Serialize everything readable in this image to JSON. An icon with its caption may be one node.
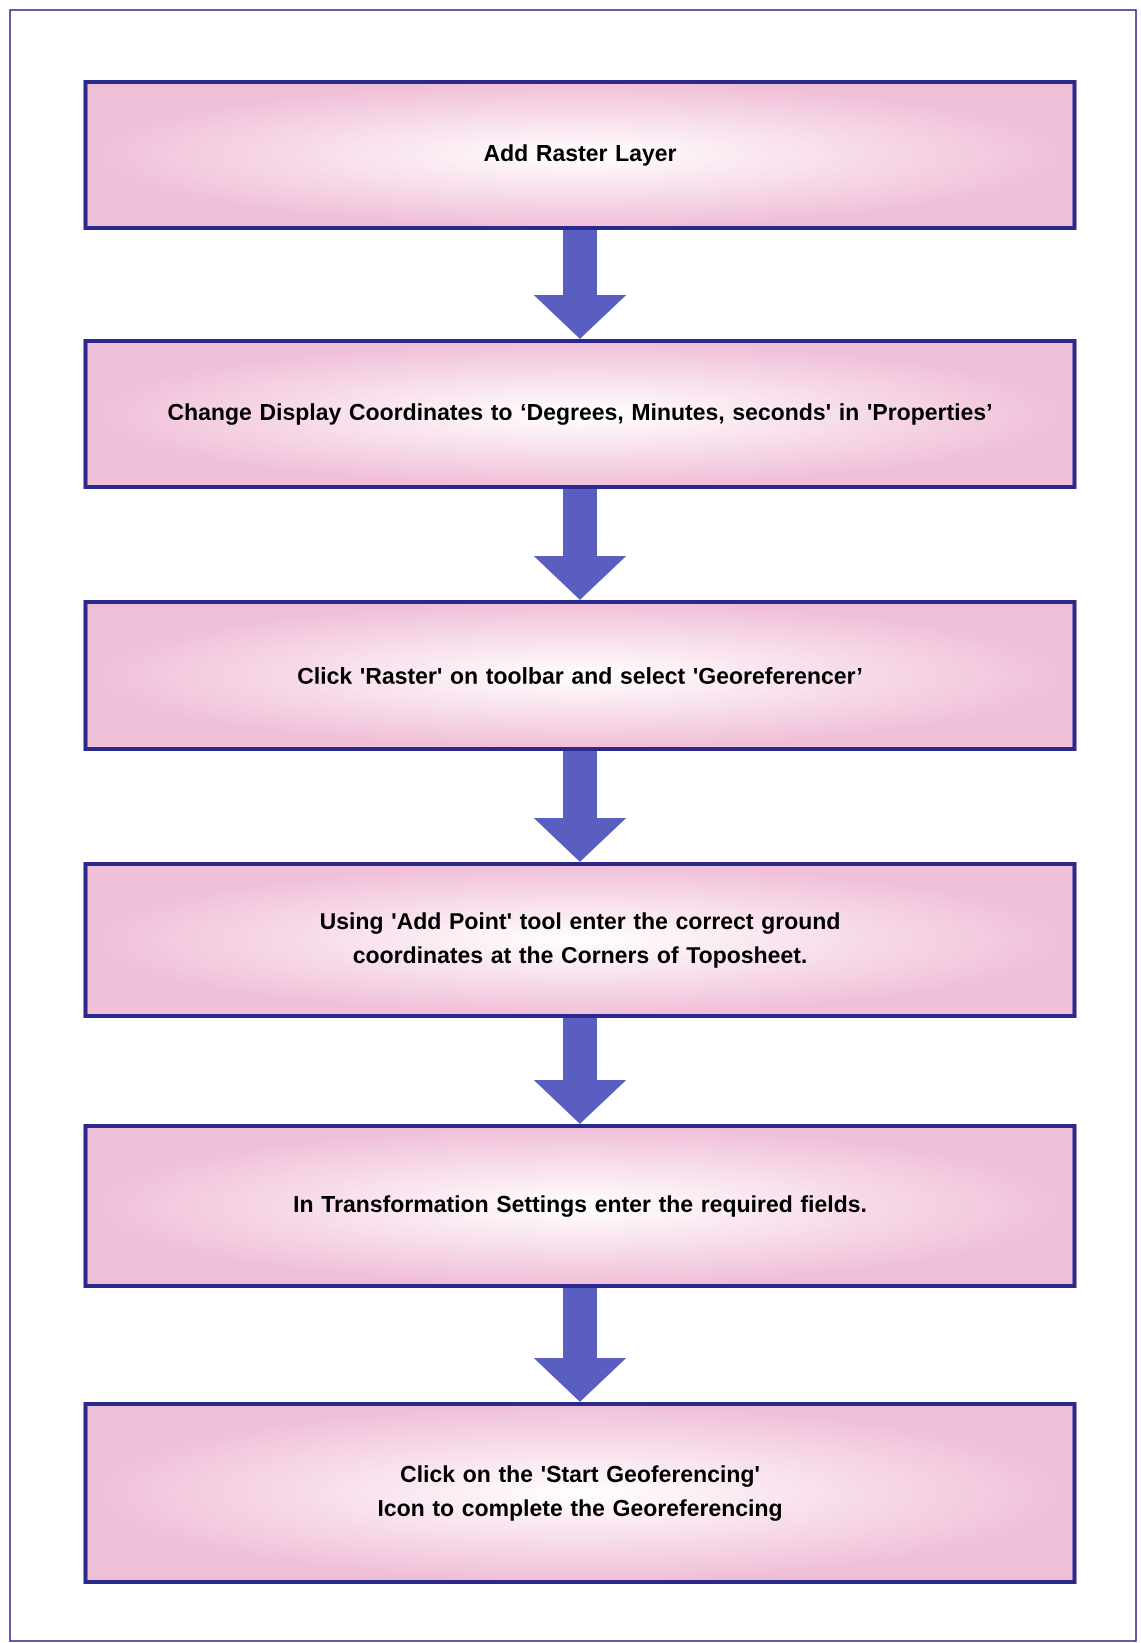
{
  "diagram": {
    "nodes": [
      {
        "text": [
          "Add Raster Layer"
        ]
      },
      {
        "text": [
          "Change Display Coordinates to ‘Degrees, Minutes, seconds' in 'Properties’"
        ]
      },
      {
        "text": [
          "Click 'Raster' on toolbar and select 'Georeferencer’"
        ]
      },
      {
        "text": [
          "Using  'Add Point' tool enter the correct ground coordinates at the Corners of Toposheet."
        ]
      },
      {
        "text": [
          "In Transformation Settings enter the required fields."
        ]
      },
      {
        "text": [
          "Click on the 'Start Geoferencing' Icon to complete the Georeferencing"
        ]
      }
    ],
    "edges": [
      {
        "from": 0,
        "to": 1,
        "arrow": "to"
      },
      {
        "from": 1,
        "to": 2,
        "arrow": "to"
      },
      {
        "from": 2,
        "to": 3,
        "arrow": "to"
      },
      {
        "from": 3,
        "to": 4,
        "arrow": "to"
      },
      {
        "from": 4,
        "to": 5,
        "arrow": "to"
      }
    ]
  }
}
